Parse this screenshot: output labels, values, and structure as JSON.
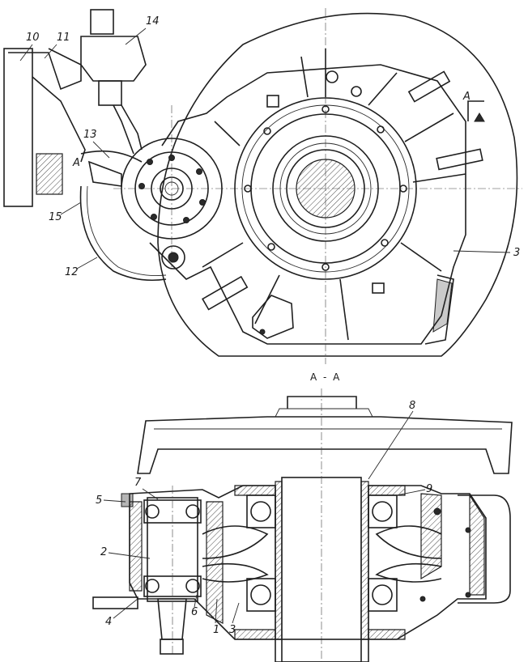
{
  "view_label": "А - А",
  "section_mark": "А",
  "callouts_top": [
    {
      "id": "10",
      "text": "10"
    },
    {
      "id": "11",
      "text": "11"
    },
    {
      "id": "14",
      "text": "14"
    },
    {
      "id": "13",
      "text": "13"
    },
    {
      "id": "15",
      "text": "15"
    },
    {
      "id": "12",
      "text": "12"
    },
    {
      "id": "3",
      "text": "3"
    }
  ],
  "callouts_bottom": [
    {
      "id": "8",
      "text": "8"
    },
    {
      "id": "5",
      "text": "5"
    },
    {
      "id": "7",
      "text": "7"
    },
    {
      "id": "9",
      "text": "9"
    },
    {
      "id": "2",
      "text": "2"
    },
    {
      "id": "4",
      "text": "4"
    },
    {
      "id": "6",
      "text": "6"
    },
    {
      "id": "1",
      "text": "1"
    },
    {
      "id": "3b",
      "text": "3"
    }
  ],
  "colors": {
    "ink": "#1f1f1f",
    "paper": "#ffffff"
  }
}
